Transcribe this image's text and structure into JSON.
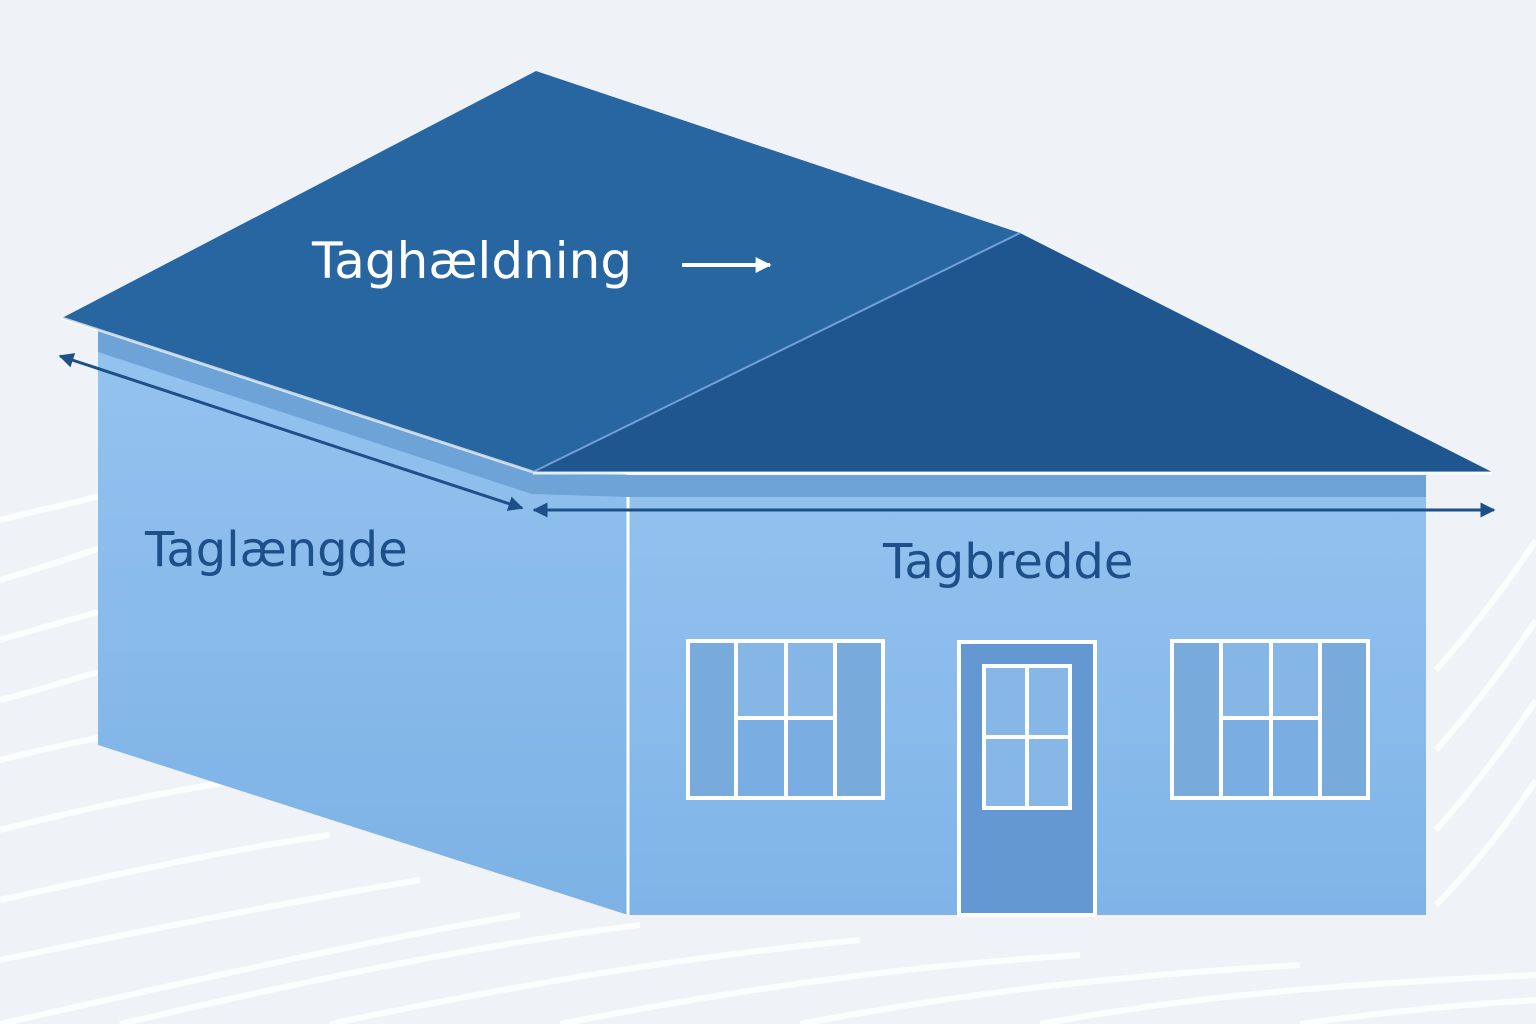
{
  "labels": {
    "pitch": "Taghældning",
    "length": "Taglængde",
    "width": "Tagbredde"
  },
  "colors": {
    "background": "#eff3f7",
    "roof_main": "#2866a1",
    "roof_side": "#1f568f",
    "wall_light": "#93c2ee",
    "wall_dark": "#7fb3e7",
    "window_glass": "#78aadc",
    "door": "#6498d2",
    "outline": "#ffffff",
    "label_dark": "#1d5088",
    "arrow": "#1d5088"
  },
  "icons": {
    "pitch_arrow": "arrow-right-icon",
    "length_arrow": "double-arrow-icon",
    "width_arrow": "double-arrow-icon"
  }
}
